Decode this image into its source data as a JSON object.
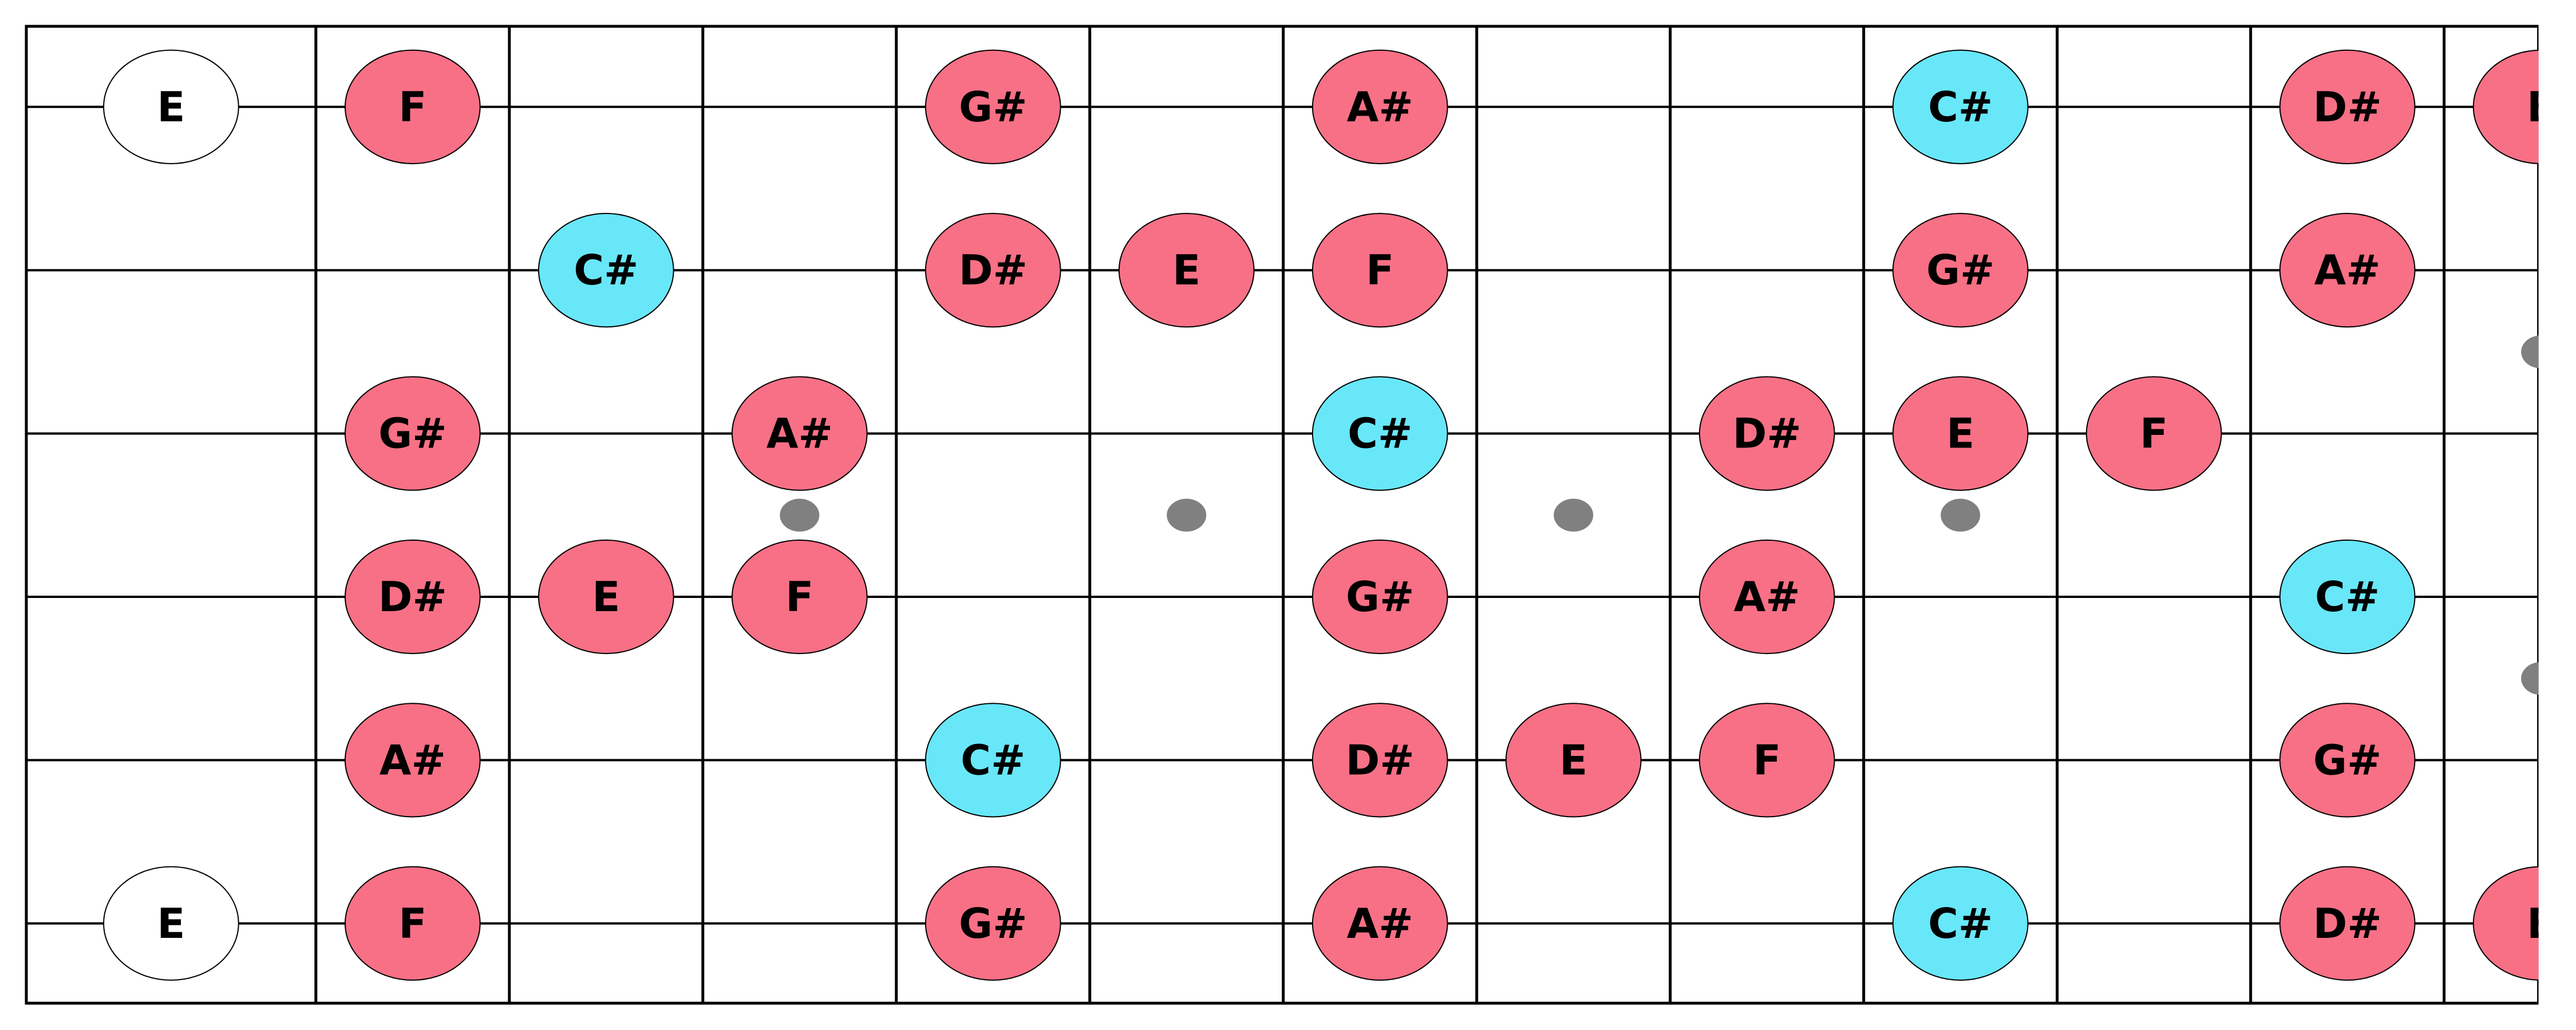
{
  "colors": {
    "background": "#ffffff",
    "scale_note": "#f87085",
    "root_note": "#68e7f9",
    "open_note": "#ffffff",
    "grid_line": "#000000",
    "inlay": "#808080"
  },
  "fretboard": {
    "string_count": 6,
    "fret_count": 13,
    "strings_top_to_bottom": [
      {
        "open": "E",
        "notes": [
          {
            "fret": 1,
            "label": "F",
            "kind": "scale"
          },
          {
            "fret": 4,
            "label": "G#",
            "kind": "scale"
          },
          {
            "fret": 6,
            "label": "A#",
            "kind": "scale"
          },
          {
            "fret": 9,
            "label": "C#",
            "kind": "root"
          },
          {
            "fret": 11,
            "label": "D#",
            "kind": "scale"
          },
          {
            "fret": 12,
            "label": "E",
            "kind": "scale"
          }
        ]
      },
      {
        "open": "",
        "notes": [
          {
            "fret": 2,
            "label": "C#",
            "kind": "root"
          },
          {
            "fret": 4,
            "label": "D#",
            "kind": "scale"
          },
          {
            "fret": 5,
            "label": "E",
            "kind": "scale"
          },
          {
            "fret": 6,
            "label": "F",
            "kind": "scale"
          },
          {
            "fret": 9,
            "label": "G#",
            "kind": "scale"
          },
          {
            "fret": 11,
            "label": "A#",
            "kind": "scale"
          }
        ]
      },
      {
        "open": "",
        "notes": [
          {
            "fret": 1,
            "label": "G#",
            "kind": "scale"
          },
          {
            "fret": 3,
            "label": "A#",
            "kind": "scale"
          },
          {
            "fret": 6,
            "label": "C#",
            "kind": "root"
          },
          {
            "fret": 8,
            "label": "D#",
            "kind": "scale"
          },
          {
            "fret": 9,
            "label": "E",
            "kind": "scale"
          },
          {
            "fret": 10,
            "label": "F",
            "kind": "scale"
          }
        ]
      },
      {
        "open": "",
        "notes": [
          {
            "fret": 1,
            "label": "D#",
            "kind": "scale"
          },
          {
            "fret": 2,
            "label": "E",
            "kind": "scale"
          },
          {
            "fret": 3,
            "label": "F",
            "kind": "scale"
          },
          {
            "fret": 6,
            "label": "G#",
            "kind": "scale"
          },
          {
            "fret": 8,
            "label": "A#",
            "kind": "scale"
          },
          {
            "fret": 11,
            "label": "C#",
            "kind": "root"
          }
        ]
      },
      {
        "open": "",
        "notes": [
          {
            "fret": 1,
            "label": "A#",
            "kind": "scale"
          },
          {
            "fret": 4,
            "label": "C#",
            "kind": "root"
          },
          {
            "fret": 6,
            "label": "D#",
            "kind": "scale"
          },
          {
            "fret": 7,
            "label": "E",
            "kind": "scale"
          },
          {
            "fret": 8,
            "label": "F",
            "kind": "scale"
          },
          {
            "fret": 11,
            "label": "G#",
            "kind": "scale"
          }
        ]
      },
      {
        "open": "E",
        "notes": [
          {
            "fret": 1,
            "label": "F",
            "kind": "scale"
          },
          {
            "fret": 4,
            "label": "G#",
            "kind": "scale"
          },
          {
            "fret": 6,
            "label": "A#",
            "kind": "scale"
          },
          {
            "fret": 9,
            "label": "C#",
            "kind": "root"
          },
          {
            "fret": 11,
            "label": "D#",
            "kind": "scale"
          },
          {
            "fret": 12,
            "label": "E",
            "kind": "scale"
          }
        ]
      }
    ],
    "single_inlay_frets": [
      3,
      5,
      7,
      9
    ],
    "double_inlay_frets": [
      12
    ]
  }
}
